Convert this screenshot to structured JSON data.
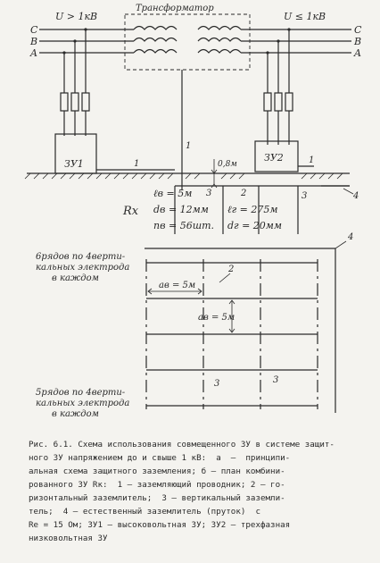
{
  "labels": {
    "transformer": "Трансформатор",
    "hv_voltage": "U > 1кВ",
    "lv_voltage": "U ≤ 1кВ",
    "phase_c": "C",
    "phase_b": "B",
    "phase_a": "A",
    "device_hv": "ЗУ1",
    "device_lv": "ЗУ2",
    "depth": "0,8м",
    "rx": "Rx",
    "callout_1": "1",
    "callout_2": "2",
    "callout_3": "3",
    "callout_4": "4",
    "l_vertical": "ℓв = 5м",
    "d_vertical": "dв = 12мм",
    "n_vertical": "nв = 56шт.",
    "l_horizontal": "ℓг = 275м",
    "d_horizontal": "dг = 20мм",
    "rows_top_1": "6рядов по 4верти-",
    "rows_top_2": "кальных электрода",
    "rows_top_3": "в каждом",
    "rows_bottom_1": "5рядов по 4верти-",
    "rows_bottom_2": "кальных электрода",
    "rows_bottom_3": "в каждом",
    "spacing_a": "aв = 5м",
    "spacing_b": "aв = 5м"
  },
  "caption": "Рис. 6.1. Схема использования совмещенного ЗУ в системе защит-\nного ЗУ напряжением до и свыше 1 кВ:  а  –  принципи-\nальная схема защитного заземления; б – план комбини-\nрованного ЗУ Rк:  1 – заземляющий проводник; 2 – го-\nризонтальный заземлитель;  3 – вертикальный заземли-\nтель;  4 – естественный заземлитель (пруток)  с\nRе = 15 Ом; ЗУ1 – высоковольтная ЗУ; ЗУ2 – трехфазная\nнизковольтная ЗУ"
}
